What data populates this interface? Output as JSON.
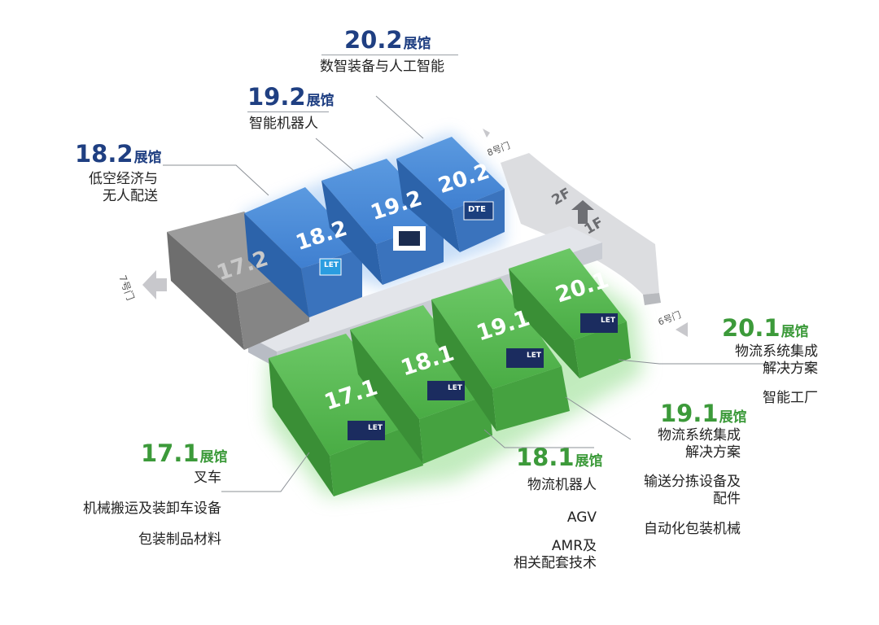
{
  "floors": {
    "upper": "2F",
    "lower": "1F"
  },
  "gates": {
    "gate7": "7号门",
    "gate8": "8号门",
    "gate6": "6号门"
  },
  "blocks": {
    "b17_2": "17.2",
    "b18_2": "18.2",
    "b19_2": "19.2",
    "b20_2": "20.2",
    "b17_1": "17.1",
    "b18_1": "18.1",
    "b19_1": "19.1",
    "b20_1": "20.1"
  },
  "logos": {
    "let": "LET",
    "dte": "DTE"
  },
  "colors": {
    "blue_hall": "#3f7fd0",
    "green_hall": "#4fb44a",
    "grey_hall": "#8a8a8a",
    "blue_text": "#1f3f82",
    "green_text": "#3c9a3a"
  },
  "halls": {
    "h20_2": {
      "number": "20.2",
      "suffix": "展馆",
      "lines": [
        "数智装备与人工智能"
      ]
    },
    "h19_2": {
      "number": "19.2",
      "suffix": "展馆",
      "lines": [
        "智能机器人"
      ]
    },
    "h18_2": {
      "number": "18.2",
      "suffix": "展馆",
      "lines": [
        "低空经济与",
        "无人配送"
      ]
    },
    "h20_1": {
      "number": "20.1",
      "suffix": "展馆",
      "lines": [
        "物流系统集成",
        "解决方案",
        "智能工厂"
      ]
    },
    "h19_1": {
      "number": "19.1",
      "suffix": "展馆",
      "lines": [
        "物流系统集成",
        "解决方案",
        "输送分拣设备及",
        "配件",
        "自动化包装机械"
      ]
    },
    "h18_1": {
      "number": "18.1",
      "suffix": "展馆",
      "lines": [
        "物流机器人",
        "AGV",
        "AMR及",
        "相关配套技术"
      ]
    },
    "h17_1": {
      "number": "17.1",
      "suffix": "展馆",
      "lines": [
        "叉车",
        "机械搬运及装卸车设备",
        "包装制品材料"
      ]
    }
  }
}
